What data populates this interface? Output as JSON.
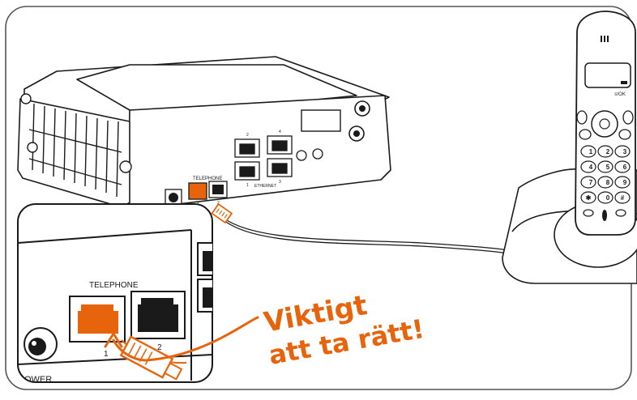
{
  "colors": {
    "accent_orange": "#e8640c",
    "line_black": "#1a1a1a",
    "frame_gray": "#555555",
    "background": "#ffffff"
  },
  "icons": [
    "router-device",
    "cordless-phone-handset",
    "phone-base-station",
    "telephone-cable",
    "rj11-connector",
    "power-jack",
    "arrow-icon"
  ],
  "router": {
    "telephone_label": "TELEPHONE",
    "port_1": "1",
    "port_2": "2",
    "ethernet_label": "ETHERNET",
    "eth_1": "1",
    "eth_2": "2",
    "eth_3": "3",
    "eth_4": "4"
  },
  "zoom_inset": {
    "telephone_label": "TELEPHONE",
    "port_1": "1",
    "port_2": "2",
    "power_label": "OWER"
  },
  "callout": {
    "line1": "Viktigt",
    "line2": "att ta rätt!"
  },
  "phone": {
    "ok_key": "≡/OK",
    "keys": [
      "1",
      "2",
      "3",
      "4",
      "5",
      "6",
      "7",
      "8",
      "9",
      "✱",
      "0",
      "#"
    ]
  }
}
